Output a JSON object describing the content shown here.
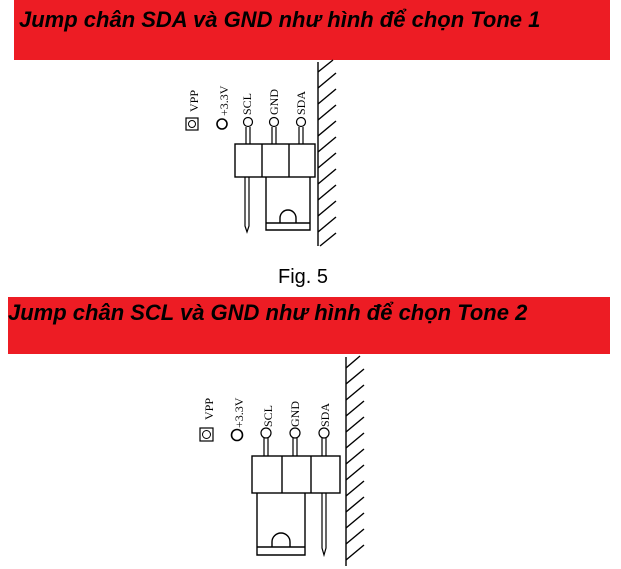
{
  "colors": {
    "banner": "#ed1c24",
    "text": "#000000",
    "line": "#000000"
  },
  "banner1": {
    "text": "Jump chân SDA và GND như hình để chọn Tone 1"
  },
  "figure_caption": "Fig. 5",
  "banner2": {
    "text": "Jump chân SCL và GND như hình để chọn Tone 2"
  },
  "pins": {
    "vpp": "VPP",
    "v33": "+3.3V",
    "scl": "SCL",
    "gnd": "GND",
    "sda": "SDA"
  }
}
